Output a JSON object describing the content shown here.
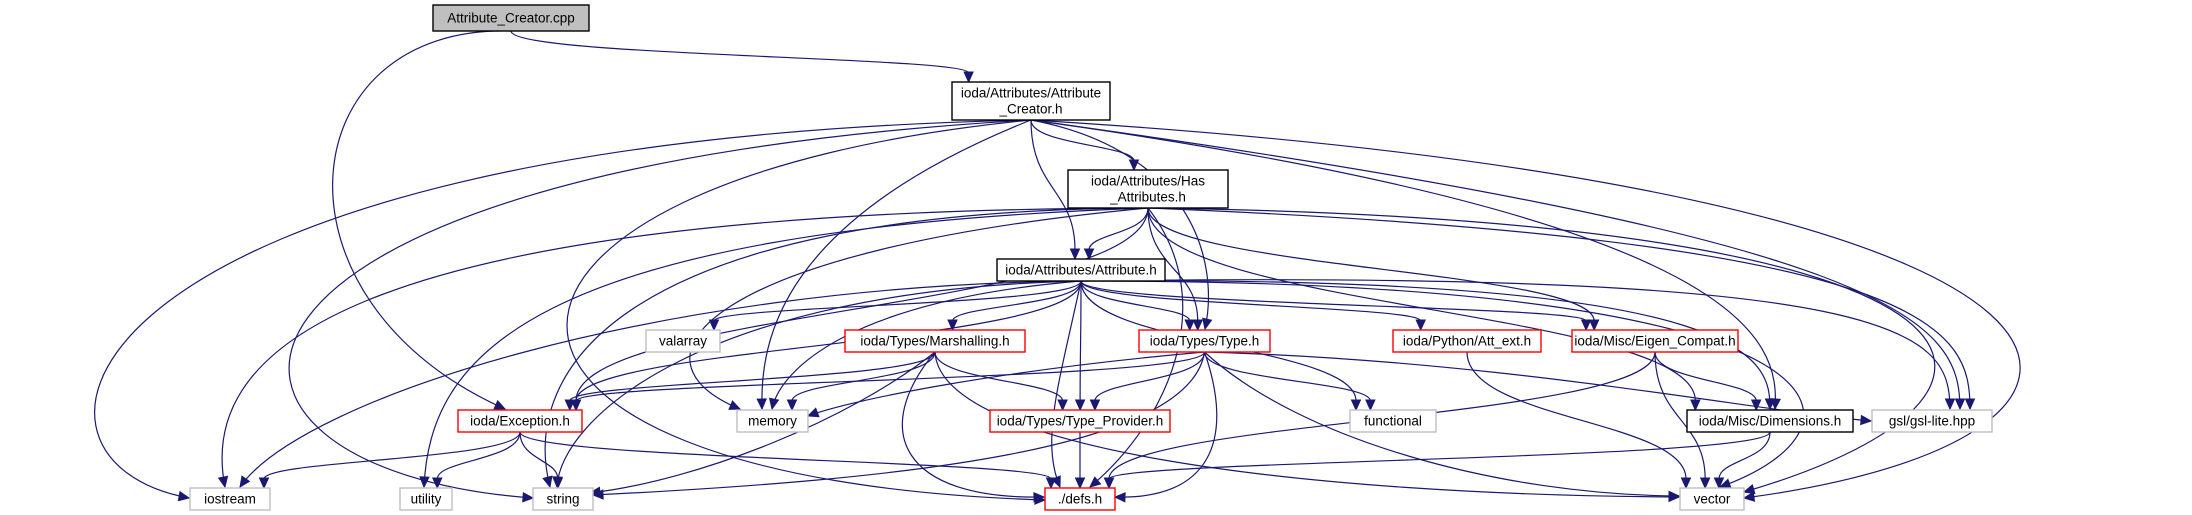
{
  "colors": {
    "edge": "#191970",
    "root_fill": "#bfbfbf",
    "root_border": "#000000",
    "local_border": "#000000",
    "truncated_border": "#ff0000",
    "system_border": "#bfbfbf"
  },
  "nodes": [
    {
      "id": "attribute-creator-cpp",
      "lines": [
        "Attribute_Creator.cpp"
      ],
      "kind": "root"
    },
    {
      "id": "attribute-creator-h",
      "lines": [
        "ioda/Attributes/Attribute",
        "_Creator.h"
      ],
      "kind": "local"
    },
    {
      "id": "has-attributes-h",
      "lines": [
        "ioda/Attributes/Has",
        "_Attributes.h"
      ],
      "kind": "local"
    },
    {
      "id": "attribute-h",
      "lines": [
        "ioda/Attributes/Attribute.h"
      ],
      "kind": "local"
    },
    {
      "id": "valarray",
      "lines": [
        "valarray"
      ],
      "kind": "system"
    },
    {
      "id": "marshalling-h",
      "lines": [
        "ioda/Types/Marshalling.h"
      ],
      "kind": "truncated"
    },
    {
      "id": "type-h",
      "lines": [
        "ioda/Types/Type.h"
      ],
      "kind": "truncated"
    },
    {
      "id": "att-ext-h",
      "lines": [
        "ioda/Python/Att_ext.h"
      ],
      "kind": "truncated"
    },
    {
      "id": "eigen-compat-h",
      "lines": [
        "ioda/Misc/Eigen_Compat.h"
      ],
      "kind": "truncated"
    },
    {
      "id": "exception-h",
      "lines": [
        "ioda/Exception.h"
      ],
      "kind": "truncated"
    },
    {
      "id": "memory",
      "lines": [
        "memory"
      ],
      "kind": "system"
    },
    {
      "id": "type-provider-h",
      "lines": [
        "ioda/Types/Type_Provider.h"
      ],
      "kind": "truncated"
    },
    {
      "id": "functional",
      "lines": [
        "functional"
      ],
      "kind": "system"
    },
    {
      "id": "dimensions-h",
      "lines": [
        "ioda/Misc/Dimensions.h"
      ],
      "kind": "local"
    },
    {
      "id": "gsl-lite-hpp",
      "lines": [
        "gsl/gsl-lite.hpp"
      ],
      "kind": "system"
    },
    {
      "id": "iostream",
      "lines": [
        "iostream"
      ],
      "kind": "system"
    },
    {
      "id": "utility",
      "lines": [
        "utility"
      ],
      "kind": "system"
    },
    {
      "id": "string",
      "lines": [
        "string"
      ],
      "kind": "system"
    },
    {
      "id": "defs-h",
      "lines": [
        "./defs.h"
      ],
      "kind": "truncated"
    },
    {
      "id": "vector",
      "lines": [
        "vector"
      ],
      "kind": "system"
    }
  ],
  "edges": [
    [
      "attribute-creator-cpp",
      "attribute-creator-h"
    ],
    [
      "attribute-creator-cpp",
      "exception-h"
    ],
    [
      "attribute-creator-h",
      "has-attributes-h"
    ],
    [
      "attribute-creator-h",
      "attribute-h"
    ],
    [
      "attribute-creator-h",
      "type-h"
    ],
    [
      "attribute-creator-h",
      "memory"
    ],
    [
      "attribute-creator-h",
      "dimensions-h"
    ],
    [
      "attribute-creator-h",
      "gsl-lite-hpp"
    ],
    [
      "attribute-creator-h",
      "iostream"
    ],
    [
      "attribute-creator-h",
      "string"
    ],
    [
      "attribute-creator-h",
      "defs-h"
    ],
    [
      "attribute-creator-h",
      "vector"
    ],
    [
      "has-attributes-h",
      "attribute-h"
    ],
    [
      "has-attributes-h",
      "type-h"
    ],
    [
      "has-attributes-h",
      "eigen-compat-h"
    ],
    [
      "has-attributes-h",
      "exception-h"
    ],
    [
      "has-attributes-h",
      "memory"
    ],
    [
      "has-attributes-h",
      "dimensions-h"
    ],
    [
      "has-attributes-h",
      "gsl-lite-hpp"
    ],
    [
      "has-attributes-h",
      "iostream"
    ],
    [
      "has-attributes-h",
      "utility"
    ],
    [
      "has-attributes-h",
      "string"
    ],
    [
      "has-attributes-h",
      "defs-h"
    ],
    [
      "has-attributes-h",
      "vector"
    ],
    [
      "attribute-h",
      "valarray"
    ],
    [
      "attribute-h",
      "marshalling-h"
    ],
    [
      "attribute-h",
      "type-h"
    ],
    [
      "attribute-h",
      "att-ext-h"
    ],
    [
      "attribute-h",
      "eigen-compat-h"
    ],
    [
      "attribute-h",
      "exception-h"
    ],
    [
      "attribute-h",
      "memory"
    ],
    [
      "attribute-h",
      "type-provider-h"
    ],
    [
      "attribute-h",
      "functional"
    ],
    [
      "attribute-h",
      "dimensions-h"
    ],
    [
      "attribute-h",
      "gsl-lite-hpp"
    ],
    [
      "attribute-h",
      "iostream"
    ],
    [
      "attribute-h",
      "string"
    ],
    [
      "attribute-h",
      "defs-h"
    ],
    [
      "attribute-h",
      "vector"
    ],
    [
      "marshalling-h",
      "exception-h"
    ],
    [
      "marshalling-h",
      "memory"
    ],
    [
      "marshalling-h",
      "type-provider-h"
    ],
    [
      "marshalling-h",
      "string"
    ],
    [
      "marshalling-h",
      "defs-h"
    ],
    [
      "marshalling-h",
      "vector"
    ],
    [
      "type-h",
      "exception-h"
    ],
    [
      "type-h",
      "memory"
    ],
    [
      "type-h",
      "type-provider-h"
    ],
    [
      "type-h",
      "functional"
    ],
    [
      "type-h",
      "gsl-lite-hpp"
    ],
    [
      "type-h",
      "string"
    ],
    [
      "type-h",
      "defs-h"
    ],
    [
      "type-h",
      "vector"
    ],
    [
      "att-ext-h",
      "vector"
    ],
    [
      "eigen-compat-h",
      "dimensions-h"
    ],
    [
      "eigen-compat-h",
      "defs-h"
    ],
    [
      "eigen-compat-h",
      "vector"
    ],
    [
      "exception-h",
      "iostream"
    ],
    [
      "exception-h",
      "utility"
    ],
    [
      "exception-h",
      "string"
    ],
    [
      "exception-h",
      "defs-h"
    ],
    [
      "type-provider-h",
      "defs-h"
    ],
    [
      "dimensions-h",
      "defs-h"
    ],
    [
      "dimensions-h",
      "vector"
    ]
  ]
}
